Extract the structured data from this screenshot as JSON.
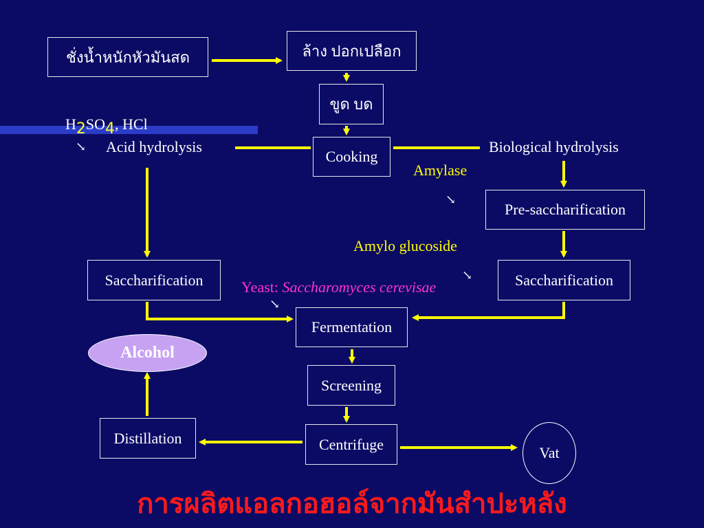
{
  "nodes": {
    "weigh": "ชั่งน้ำหนักหัวมันสด",
    "wash": "ล้าง ปอกเปลือก",
    "grate": "ขูด บด",
    "cooking": "Cooking",
    "sacch_left": "Saccharification",
    "pre_sacch": "Pre-saccharification",
    "sacch_right": "Saccharification",
    "fermentation": "Fermentation",
    "screening": "Screening",
    "centrifuge": "Centrifuge",
    "distillation": "Distillation",
    "alcohol": "Alcohol",
    "vat": "Vat"
  },
  "labels": {
    "acid_reagent_h": "H",
    "acid_reagent_sub2": "2",
    "acid_reagent_so": "SO",
    "acid_reagent_sub4": "4",
    "acid_reagent_rest": ", HCl",
    "acid_hydrolysis": "Acid hydrolysis",
    "biological_hydrolysis": "Biological hydrolysis",
    "amylase": "Amylase",
    "amylo_glucoside": "Amylo glucoside",
    "yeast_prefix": "Yeast: ",
    "yeast_species": "Saccharomyces cerevisae",
    "hint_arrow": "↘"
  },
  "title": "การผลิตแอลกอฮอล์จากมันสำปะหลัง",
  "colors": {
    "background": "#0b0b66",
    "arrow": "#ffff00",
    "box_border": "#e8e8e8",
    "title": "#ff1a1a",
    "enzyme_label": "#ffff00",
    "yeast_label": "#ff33cc",
    "alcohol_fill": "#c7a2f2"
  }
}
